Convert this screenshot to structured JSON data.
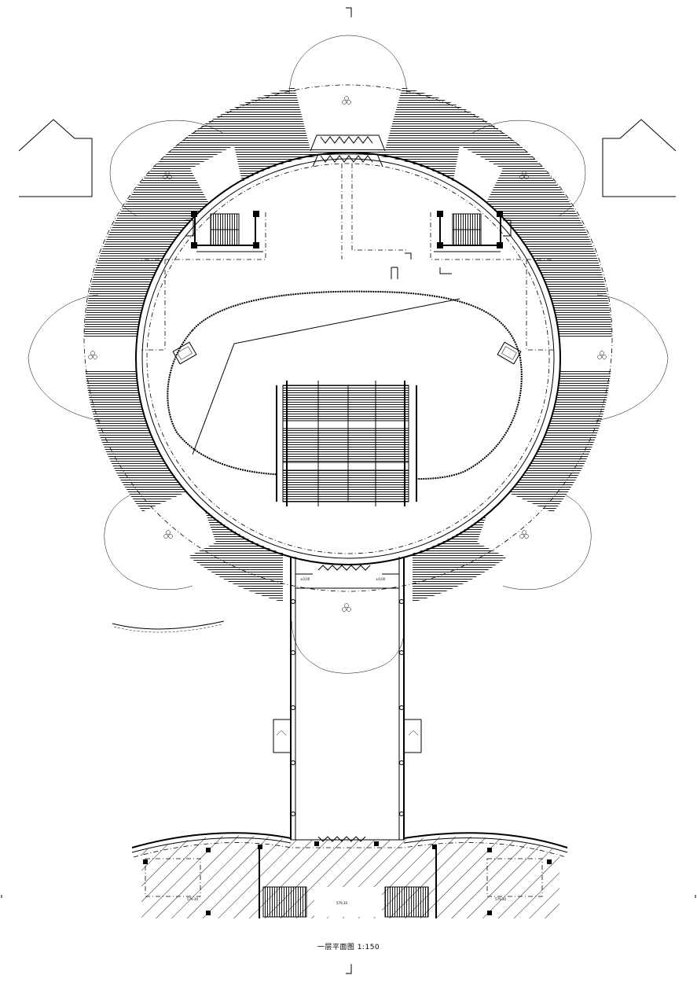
{
  "drawing": {
    "caption": "一层平面图 1:150",
    "labels": {
      "elev_1": "±0.00",
      "elev_2": "±0.00",
      "room_a": "579.30",
      "room_b": "579.30",
      "lobby": "579.30"
    }
  },
  "colors": {
    "ink": "#000000",
    "paper": "#ffffff"
  }
}
